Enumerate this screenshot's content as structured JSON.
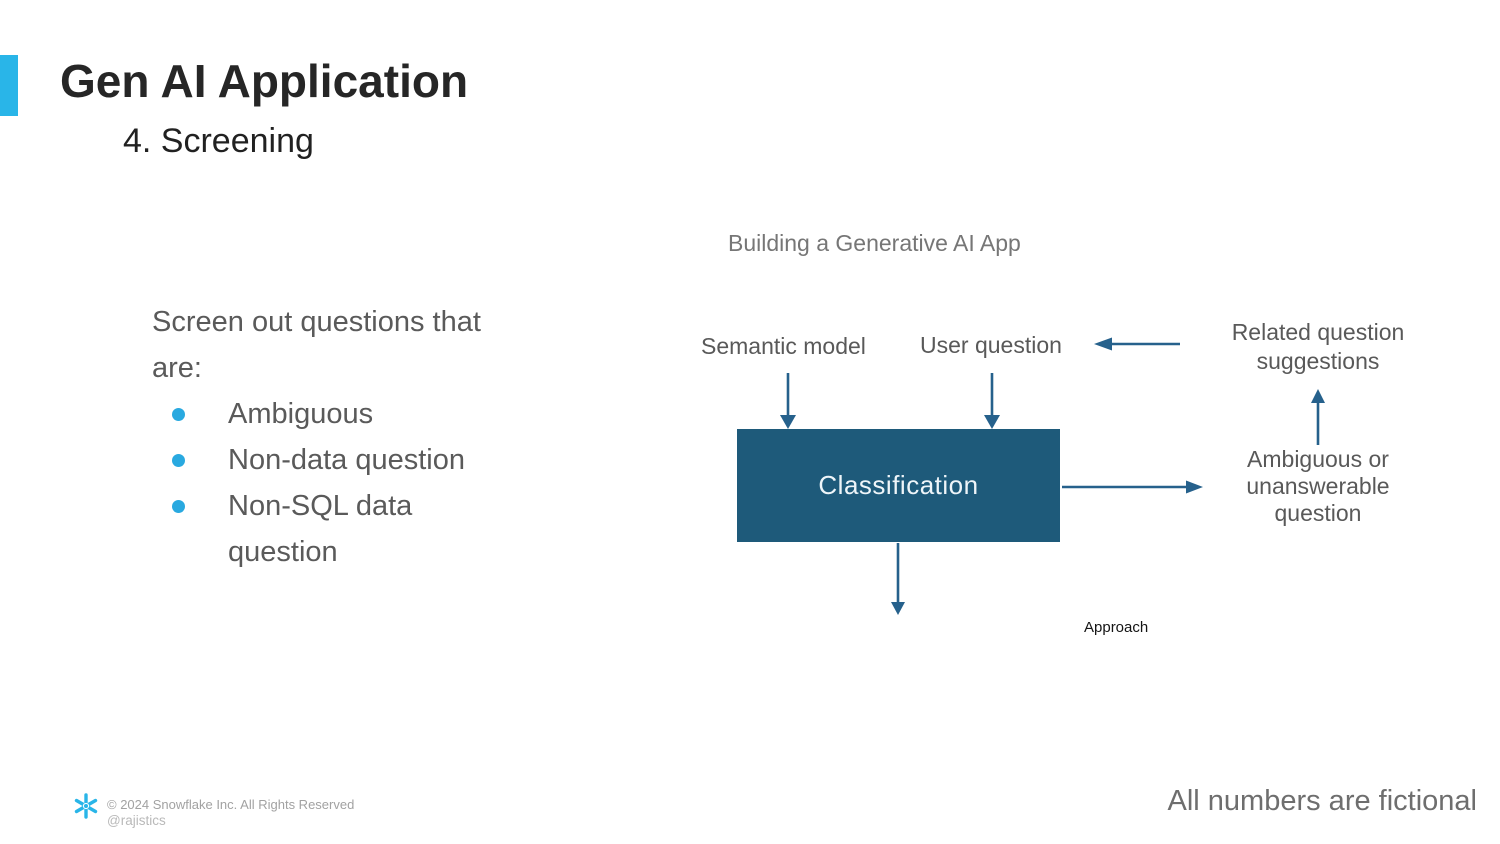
{
  "slide": {
    "title": "Gen AI Application",
    "subtitle": "4. Screening",
    "accent_color": "#29B5E8"
  },
  "body": {
    "intro_lines": [
      "Screen out questions that",
      "are:"
    ],
    "bullets": [
      "Ambiguous",
      "Non-data question",
      "Non-SQL data question"
    ],
    "bullet_color": "#29A9E0"
  },
  "diagram": {
    "title": "Building a Generative AI App",
    "inputs": [
      {
        "label": "Semantic model"
      },
      {
        "label": "User question"
      }
    ],
    "process": {
      "label": "Classification",
      "fill": "#1E5A7A"
    },
    "outputs": {
      "related": {
        "lines": [
          "Related question",
          "suggestions"
        ]
      },
      "ambiguous": {
        "lines": [
          "Ambiguous or",
          "unanswerable",
          "question"
        ]
      }
    },
    "caption": "Approach",
    "arrow_color": "#26618C"
  },
  "footer": {
    "logo_icon": "snowflake",
    "copyright": "© 2024 Snowflake Inc. All Rights Reserved",
    "handle": "@rajistics",
    "note": "All numbers are fictional"
  }
}
